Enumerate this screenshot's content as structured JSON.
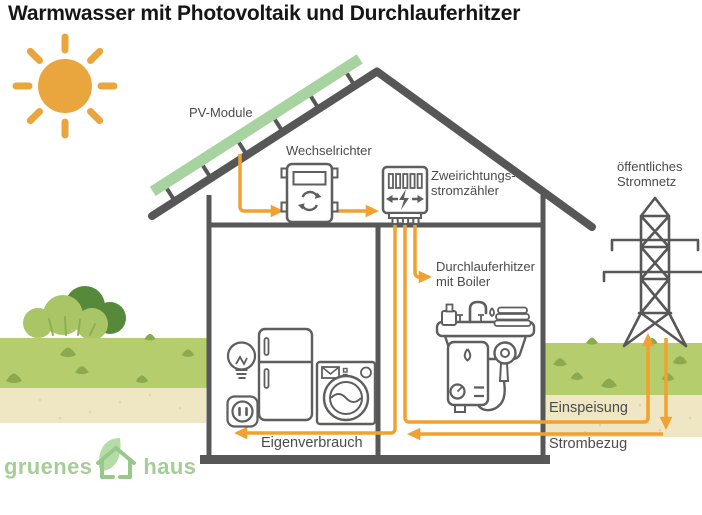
{
  "title": "Warmwasser mit Photovoltaik und Durchlauferhitzer",
  "labels": {
    "pv_module": "PV-Module",
    "wechselrichter": "Wechselrichter",
    "zweirichtungs_line1": "Zweirichtungs-",
    "zweirichtungs_line2": "stromzähler",
    "stromnetz_line1": "öffentliches",
    "stromnetz_line2": "Stromnetz",
    "durchlauferhitzer_line1": "Durchlauferhitzer",
    "durchlauferhitzer_line2": "mit Boiler",
    "eigenverbrauch": "Eigenverbrauch",
    "einspeisung": "Einspeisung",
    "strombezug": "Strombezug"
  },
  "logo": {
    "word1": "gruenes",
    "word2": "haus"
  },
  "icons": {
    "sun": "sun-icon",
    "pv_panel": "pv-panel",
    "inverter": "inverter-icon",
    "meter": "bidirectional-meter-icon",
    "pylon": "power-pylon-icon",
    "bulb": "light-bulb-icon",
    "socket": "power-outlet-icon",
    "fridge": "fridge-icon",
    "washer": "washing-machine-icon",
    "sink_boiler": "sink-boiler-icon",
    "bush": "bush-icon",
    "logo_mark": "leaf-house-icon"
  },
  "colors": {
    "arrow_orange": "#F0A12F",
    "sun_orange": "#E9A63E",
    "structure_gray": "#575757",
    "icon_gray": "#5E5E5E",
    "pv_green": "#A7D3A0",
    "grass_green": "#B5CD6D",
    "tuft_green": "#8BAA4F",
    "bush_light_green": "#A9C566",
    "bush_dark_green": "#568A3A",
    "soil_beige": "#EFE6C3",
    "logo_green": "#A6CD97",
    "label_gray": "#4B4B4B",
    "title_black": "#161616"
  }
}
